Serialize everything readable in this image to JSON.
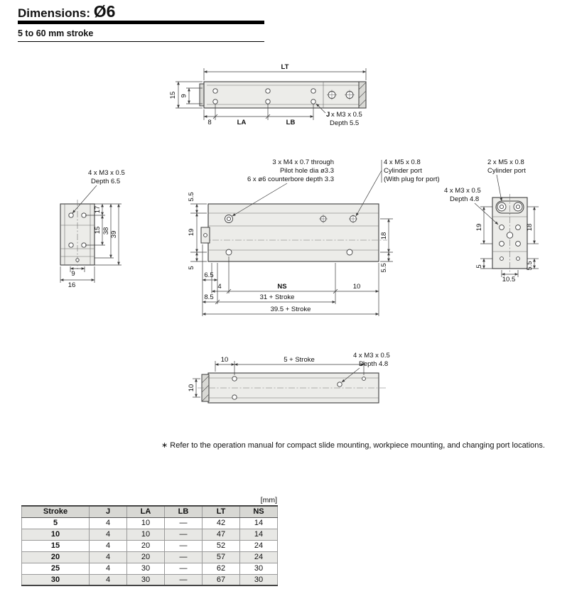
{
  "page": {
    "title_prefix": "Dimensions: ",
    "title_symbol": "Ø6",
    "subtitle": "5 to 60 mm stroke",
    "footnote_symbol": "∗",
    "footnote": "Refer to the operation manual for compact slide mounting, workpiece mounting, and changing port locations.",
    "units_label": "[mm]"
  },
  "top_view": {
    "dim_lt": "LT",
    "dim_15": "15",
    "dim_9": "9",
    "dim_8": "8",
    "dim_la": "LA",
    "dim_lb": "LB",
    "note_j_prefix": "J",
    "note_j_rest": " x M3 x 0.5",
    "note_j_depth": "Depth 5.5"
  },
  "left_view": {
    "note_thread": "4 x M3 x 0.5",
    "note_depth": "Depth 6.5",
    "dim_17": "17",
    "dim_15": "15",
    "dim_38": "38",
    "dim_39": "39",
    "dim_9": "9",
    "dim_16": "16"
  },
  "side_view": {
    "note_through": "3 x M4 x 0.7 through",
    "note_pilot": "Pilot hole dia ø3.3",
    "note_counterbore": "6 x ø6 counterbore depth 3.3",
    "note_port_size": "4 x M5 x 0.8",
    "note_port_label": "Cylinder port",
    "note_port_plug": "(With plug for port)",
    "dim_5_5_top": "5.5",
    "dim_19": "19",
    "dim_5": "5",
    "dim_6_5": "6.5",
    "dim_4": "4",
    "dim_ns": "NS",
    "dim_10": "10",
    "dim_8_5": "8.5",
    "dim_31_stroke": "31 + Stroke",
    "dim_39_5_stroke": "39.5 + Stroke",
    "dim_18": "18",
    "dim_5_5_bottom": "5.5"
  },
  "right_view": {
    "note_port_size": "2 x M5 x 0.8",
    "note_port_label": "Cylinder port",
    "note_thread": "4 x M3 x 0.5",
    "note_depth": "Depth 4.8",
    "dim_19": "19",
    "dim_5": "5",
    "dim_10_5": "10.5",
    "dim_18": "18",
    "dim_5_5": "5.5"
  },
  "bottom_view": {
    "dim_10_top": "10",
    "dim_5_stroke": "5 + Stroke",
    "note_thread": "4 x M3 x 0.5",
    "note_depth": "Depth 4.8",
    "dim_10_left": "10"
  },
  "table": {
    "headers": [
      "Stroke",
      "J",
      "LA",
      "LB",
      "LT",
      "NS"
    ],
    "rows": [
      [
        "5",
        "4",
        "10",
        "—",
        "42",
        "14"
      ],
      [
        "10",
        "4",
        "10",
        "—",
        "47",
        "14"
      ],
      [
        "15",
        "4",
        "20",
        "—",
        "52",
        "24"
      ],
      [
        "20",
        "4",
        "20",
        "—",
        "57",
        "24"
      ],
      [
        "25",
        "4",
        "30",
        "—",
        "62",
        "30"
      ],
      [
        "30",
        "4",
        "30",
        "—",
        "67",
        "30"
      ]
    ]
  }
}
